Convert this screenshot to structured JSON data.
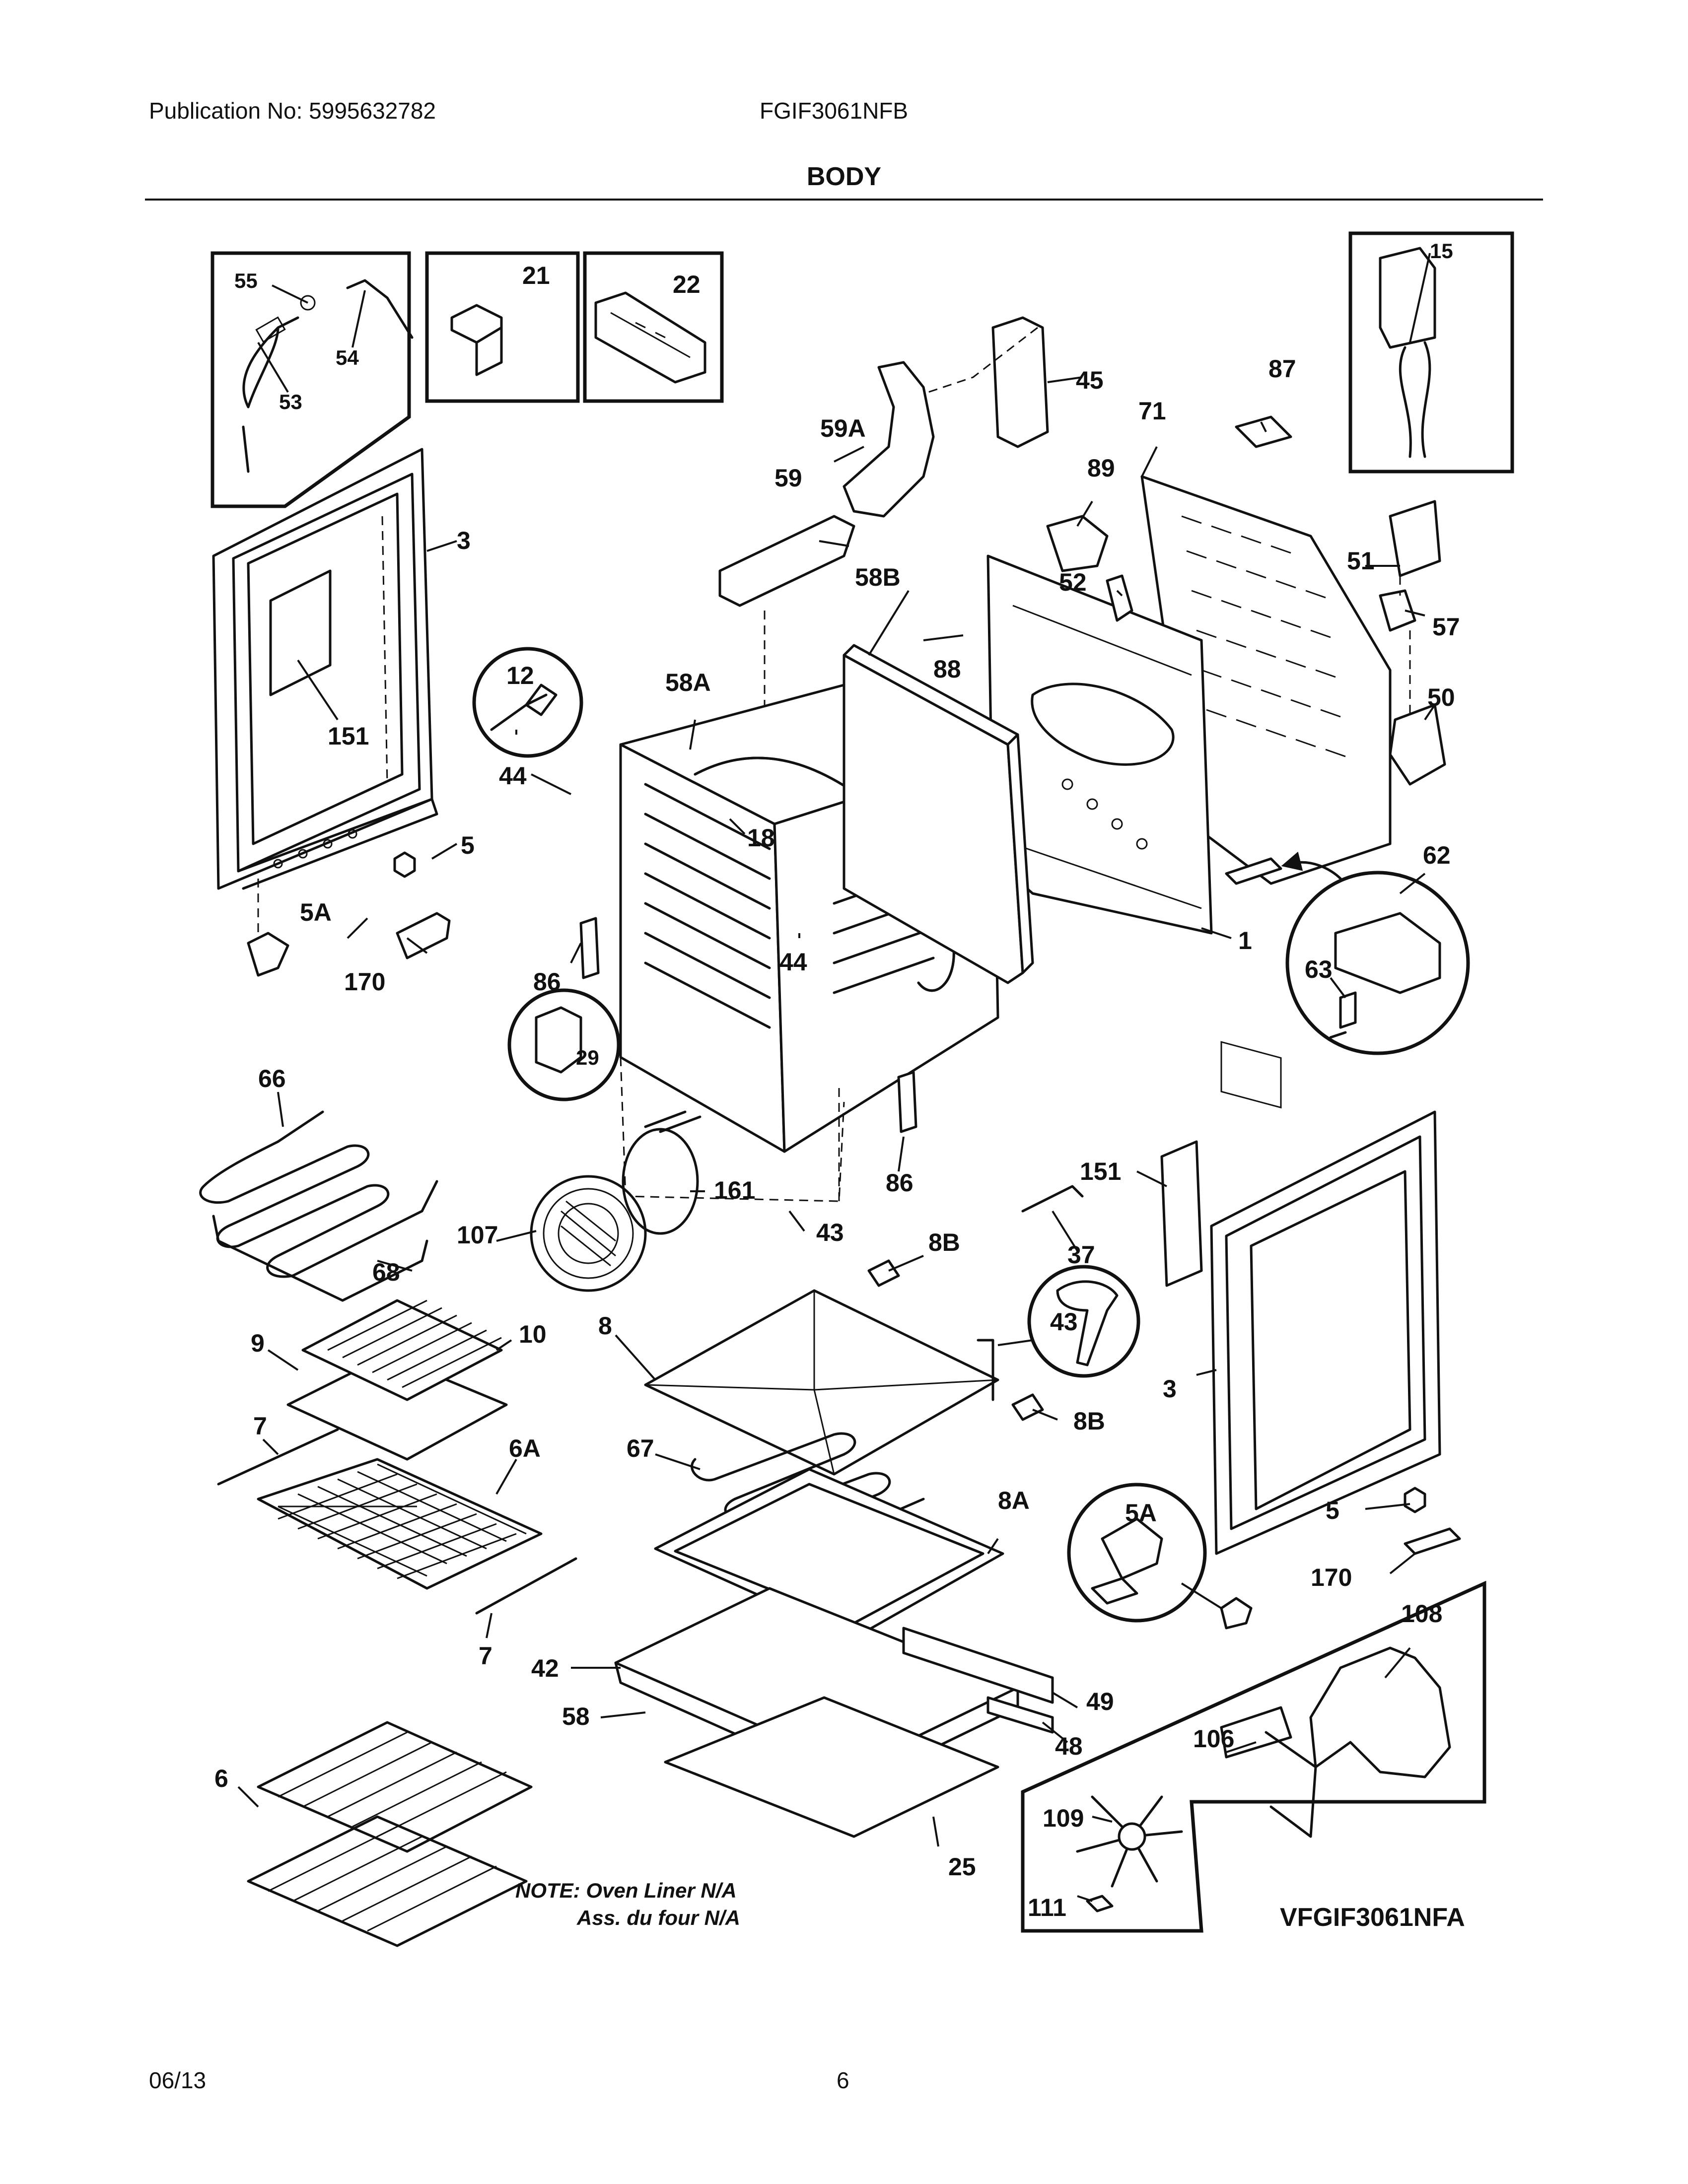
{
  "header": {
    "publication": "Publication No: 5995632782",
    "model": "FGIF3061NFB",
    "section": "BODY"
  },
  "callouts": {
    "c55": "55",
    "c54": "54",
    "c53": "53",
    "c21": "21",
    "c22": "22",
    "c15": "15",
    "c45": "45",
    "c87": "87",
    "c71": "71",
    "c59a": "59A",
    "c59": "59",
    "c89": "89",
    "c3a": "3",
    "c151a": "151",
    "c52": "52",
    "c51": "51",
    "c57": "57",
    "c58b": "58B",
    "c88": "88",
    "c12": "12",
    "c58a": "58A",
    "c50": "50",
    "c44a": "44",
    "c18": "18",
    "c5a": "5",
    "c62": "62",
    "c5aa": "5A",
    "c63": "63",
    "c170a": "170",
    "c86a": "86",
    "c44b": "44",
    "c1": "1",
    "c29": "29",
    "c66": "66",
    "c161": "161",
    "c151b": "151",
    "c86b": "86",
    "c43a": "43",
    "c8ba": "8B",
    "c37": "37",
    "c107": "107",
    "c68": "68",
    "c43b": "43",
    "c8": "8",
    "c9": "9",
    "c10": "10",
    "c3b": "3",
    "c8bb": "8B",
    "c7a": "7",
    "c67": "67",
    "c6a": "6A",
    "c5ab": "5A",
    "c8a": "8A",
    "c5b": "5",
    "c170b": "170",
    "c108": "108",
    "c7b": "7",
    "c42": "42",
    "c49": "49",
    "c58": "58",
    "c48": "48",
    "c106": "106",
    "c6": "6",
    "c109": "109",
    "c25": "25",
    "c111": "111"
  },
  "note": {
    "line1": "NOTE: Oven Liner N/A",
    "line2": "Ass. du four N/A"
  },
  "variant_code": "VFGIF3061NFA",
  "footer": {
    "date": "06/13",
    "page": "6"
  }
}
